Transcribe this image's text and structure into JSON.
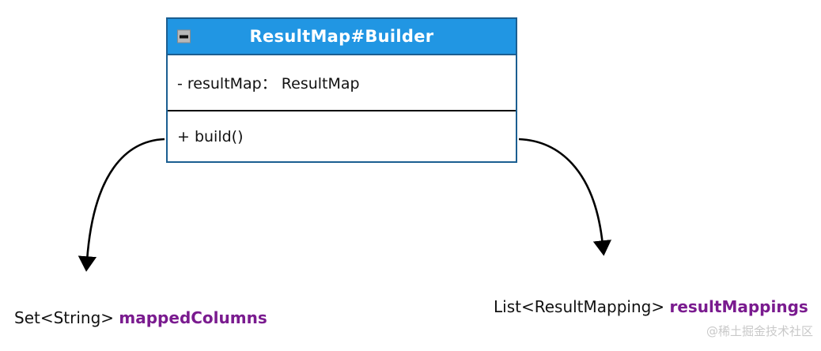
{
  "diagram": {
    "type": "uml-class-diagram",
    "background_color": "#ffffff",
    "class_box": {
      "title": "ResultMap#Builder",
      "header_color": "#2196e3",
      "border_color": "#1b5e91",
      "title_color": "#ffffff",
      "collapse_icon": "minus-icon",
      "attributes": [
        {
          "text": "- resultMap： ResultMap",
          "visibility": "-",
          "name": "resultMap",
          "type": "ResultMap"
        }
      ],
      "methods": [
        {
          "text": "+ build()",
          "visibility": "+",
          "name": "build()"
        }
      ]
    },
    "annotations": [
      {
        "id": "left",
        "generic": "Set<String>",
        "member": "mappedColumns",
        "member_color": "#7a1b8f"
      },
      {
        "id": "right",
        "generic": "List<ResultMapping>",
        "member": "resultMappings",
        "member_color": "#7a1b8f"
      }
    ],
    "connectors": [
      {
        "id": "left-arrow",
        "from": "class-box-left-edge",
        "to": "annotation-left",
        "style": "curved-arrow",
        "color": "#000000"
      },
      {
        "id": "right-arrow",
        "from": "class-box-right-edge",
        "to": "annotation-right",
        "style": "curved-arrow",
        "color": "#000000"
      }
    ],
    "watermark": "@稀土掘金技术社区"
  }
}
